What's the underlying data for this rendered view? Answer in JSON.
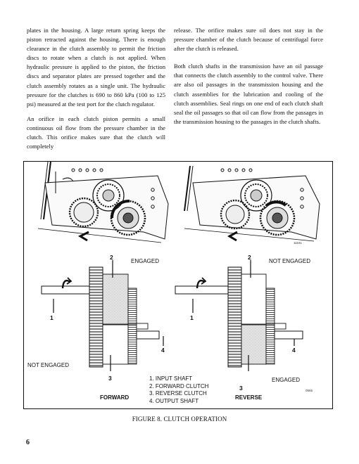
{
  "left_column": {
    "paragraphs": [
      "plates in the housing. A large return spring keeps the piston retracted against the housing. There is enough clearance in the clutch assembly to permit the friction discs to rotate when a clutch is not applied. When hydraulic pressure is applied to the piston, the friction discs and separator plates are pressed together and the clutch assembly rotates as a single unit. The hydraulic pressure for the clutches is 690 to 860 kPa (100 to 125 psi) measured at the test port for the clutch regulator.",
      "An orifice in each clutch piston permits a small continuous oil flow from the pressure chamber in the clutch. This orifice makes sure that the clutch will completely"
    ]
  },
  "right_column": {
    "paragraphs": [
      "release. The orifice makes sure oil does not stay in the pressure chamber of the clutch because of centrifugal force after the clutch is released.",
      "Both clutch shafts in the transmission have an oil passage that connects the clutch assembly to the control valve. There are also oil passages in the transmission housing and the clutch assemblies for the lubrication and cooling of the clutch assemblies. Seal rings on one end of each clutch shaft seal the oil passages so that oil can flow from the passages in the transmission housing to the passages in the clutch shafts."
    ]
  },
  "figure": {
    "photo_code": "11161",
    "drawing_code": "0565",
    "forward": {
      "label": "FORWARD",
      "top_state": "ENGAGED",
      "bottom_state": "NOT ENGAGED",
      "n1": "1",
      "n2": "2",
      "n3": "3",
      "n4": "4"
    },
    "reverse": {
      "label": "REVERSE",
      "top_state": "NOT ENGAGED",
      "bottom_state": "ENGAGED",
      "n1": "1",
      "n2": "2",
      "n3": "3",
      "n4": "4"
    },
    "legend": [
      "1. INPUT SHAFT",
      "2. FORWARD CLUTCH",
      "3. REVERSE CLUTCH",
      "4. OUTPUT SHAFT"
    ]
  },
  "caption": "FIGURE 8. CLUTCH OPERATION",
  "page_number": "6"
}
